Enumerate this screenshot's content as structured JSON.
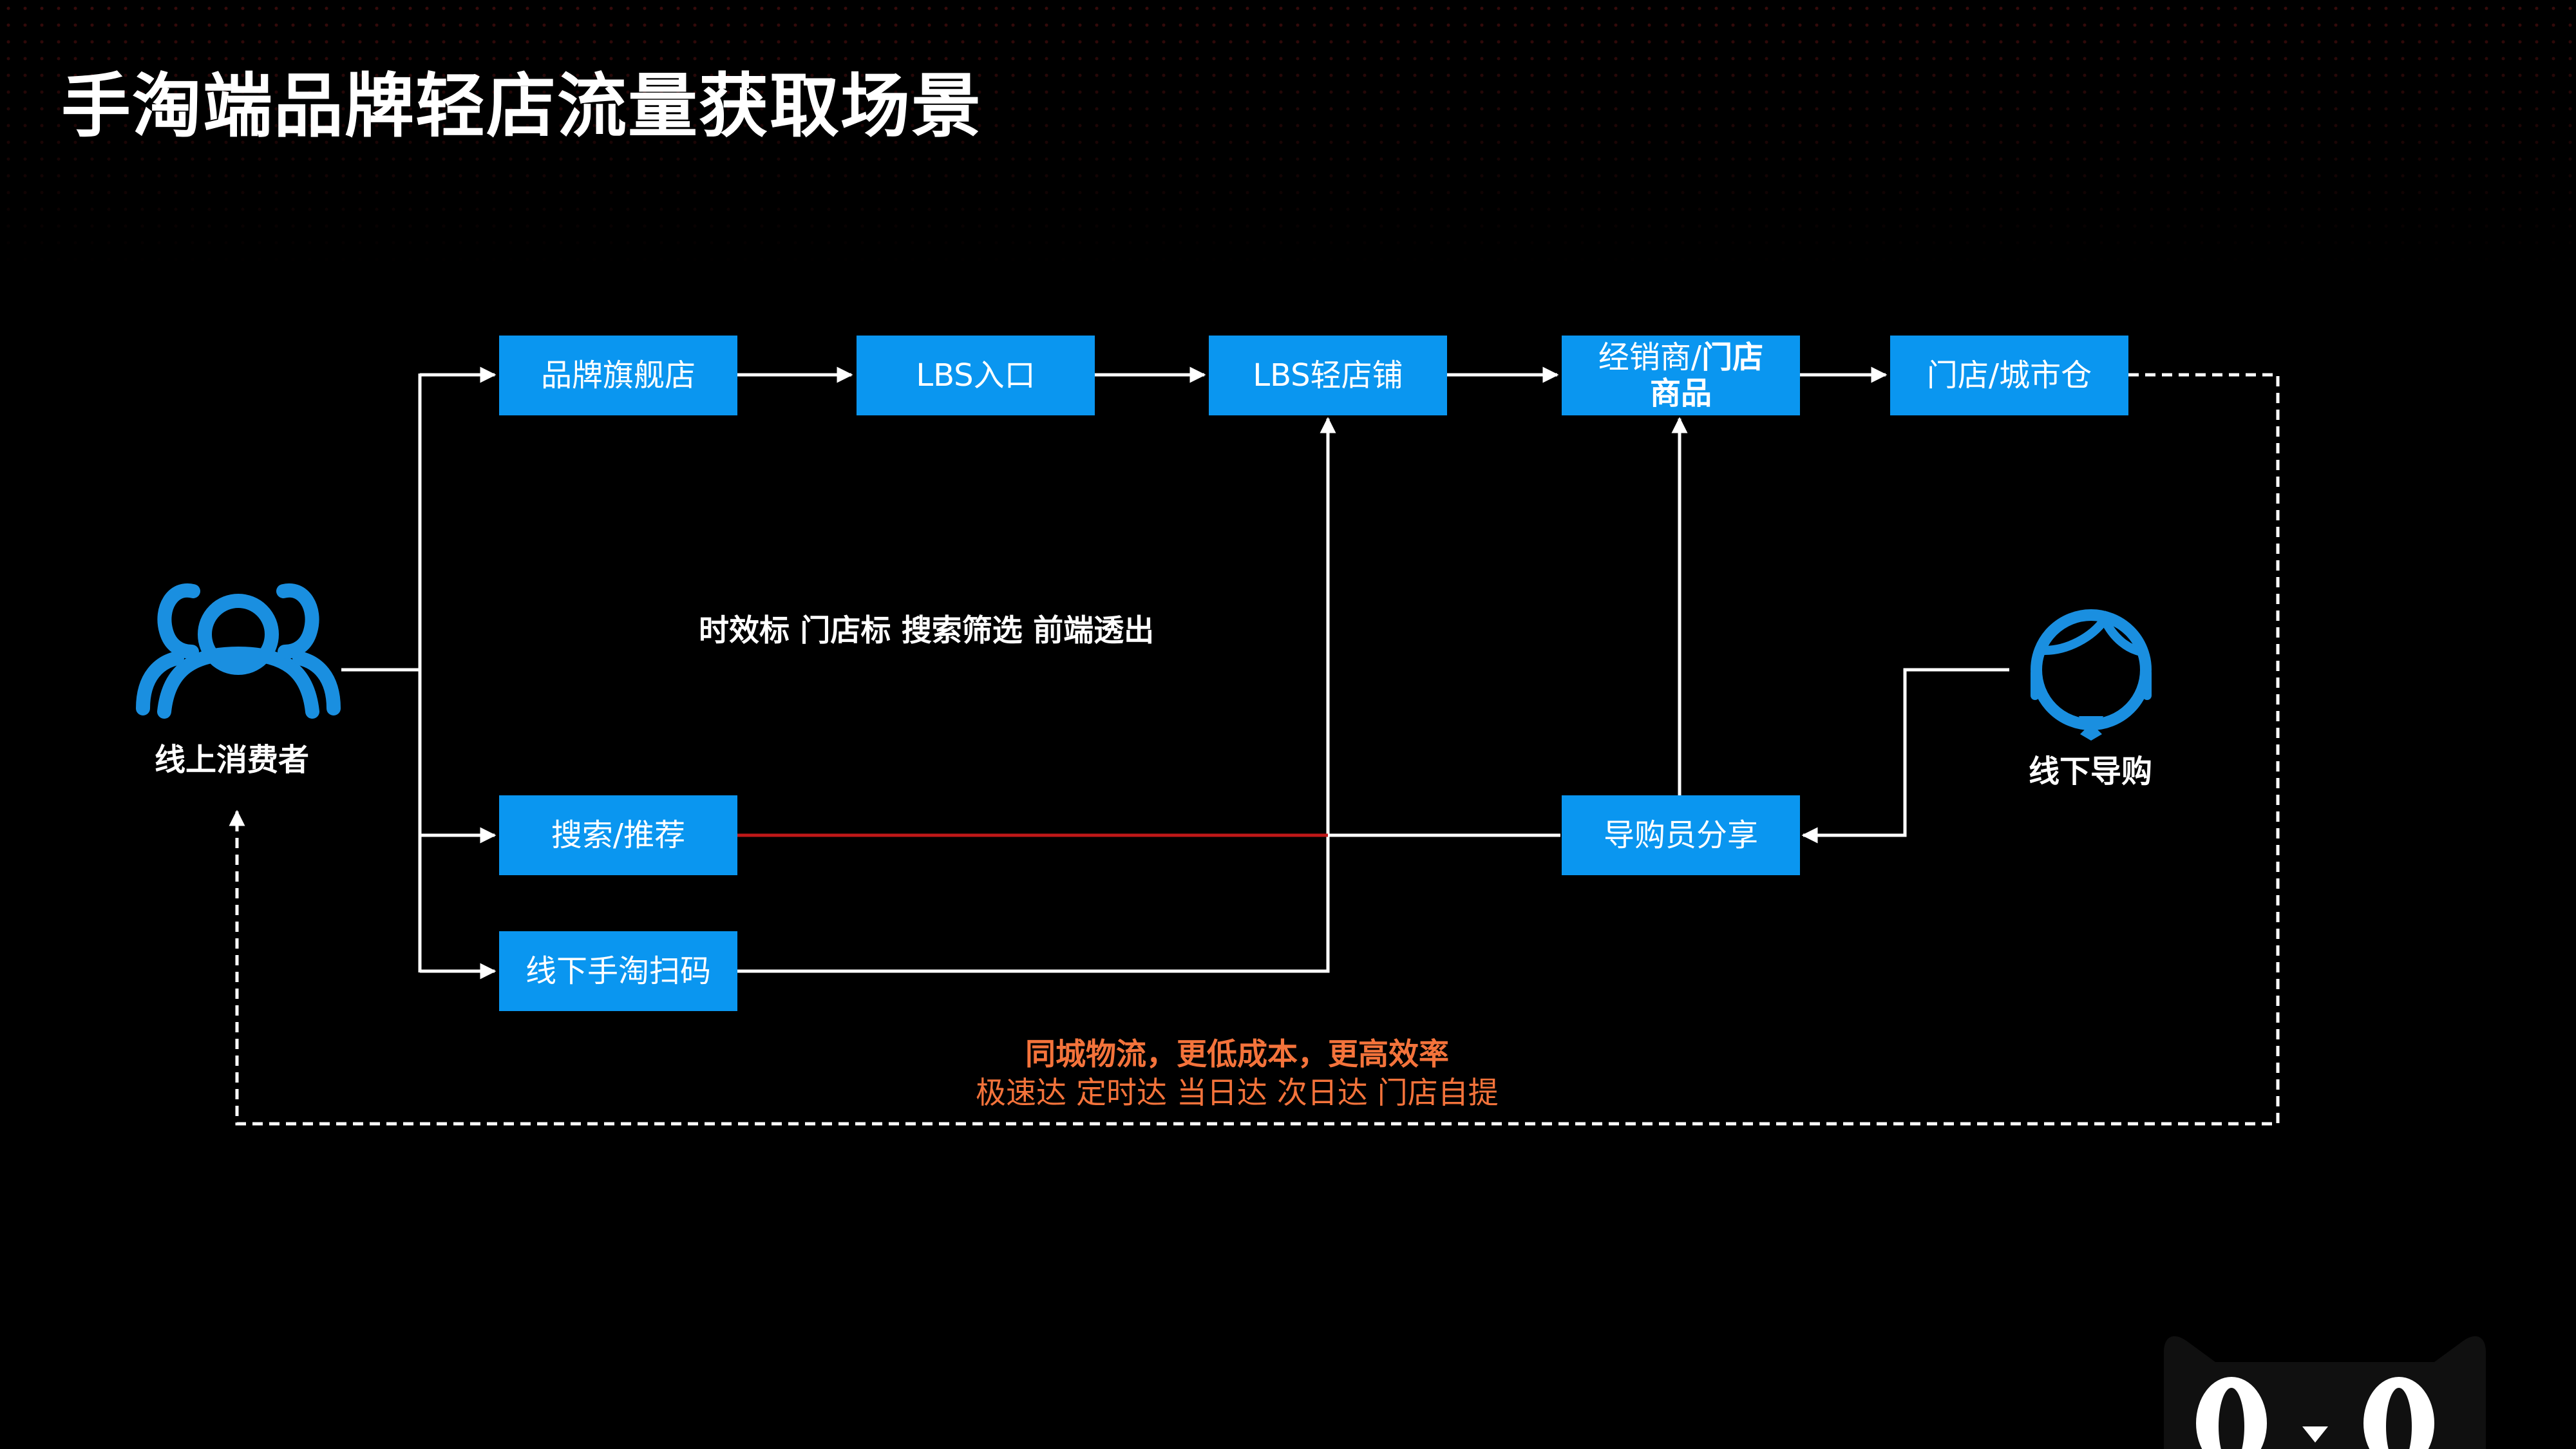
{
  "page": {
    "title": "手淘端品牌轻店流量获取场景"
  },
  "colors": {
    "background": "#000000",
    "box_fill": "#0a96f0",
    "box_text": "#ffffff",
    "icon_blue": "#1a8fe0",
    "connector": "#ffffff",
    "highlight_line": "#c01818",
    "logistics_text": "#f4733b"
  },
  "actors": {
    "online_consumer": {
      "label": "线上消费者",
      "icon": "people-group-icon"
    },
    "offline_guide": {
      "label": "线下导购",
      "icon": "shopping-guide-icon"
    }
  },
  "nodes": {
    "brand_flagship": "品牌旗舰店",
    "lbs_entry": "LBS入口",
    "lbs_light_store": "LBS轻店铺",
    "dealer_store_goods": {
      "line1_prefix": "经销商/",
      "line1_bold": "门店",
      "line2": "商品"
    },
    "store_city_warehouse": "门店/城市仓",
    "search_recommend": "搜索/推荐",
    "offline_scan": "线下手淘扫码",
    "guide_share": "导购员分享"
  },
  "annotations": {
    "features": "时效标 门店标 搜索筛选 前端透出",
    "logistics_headline": "同城物流，更低成本，更高效率",
    "logistics_options": "极速达 定时达 当日达 次日达 门店自提"
  }
}
